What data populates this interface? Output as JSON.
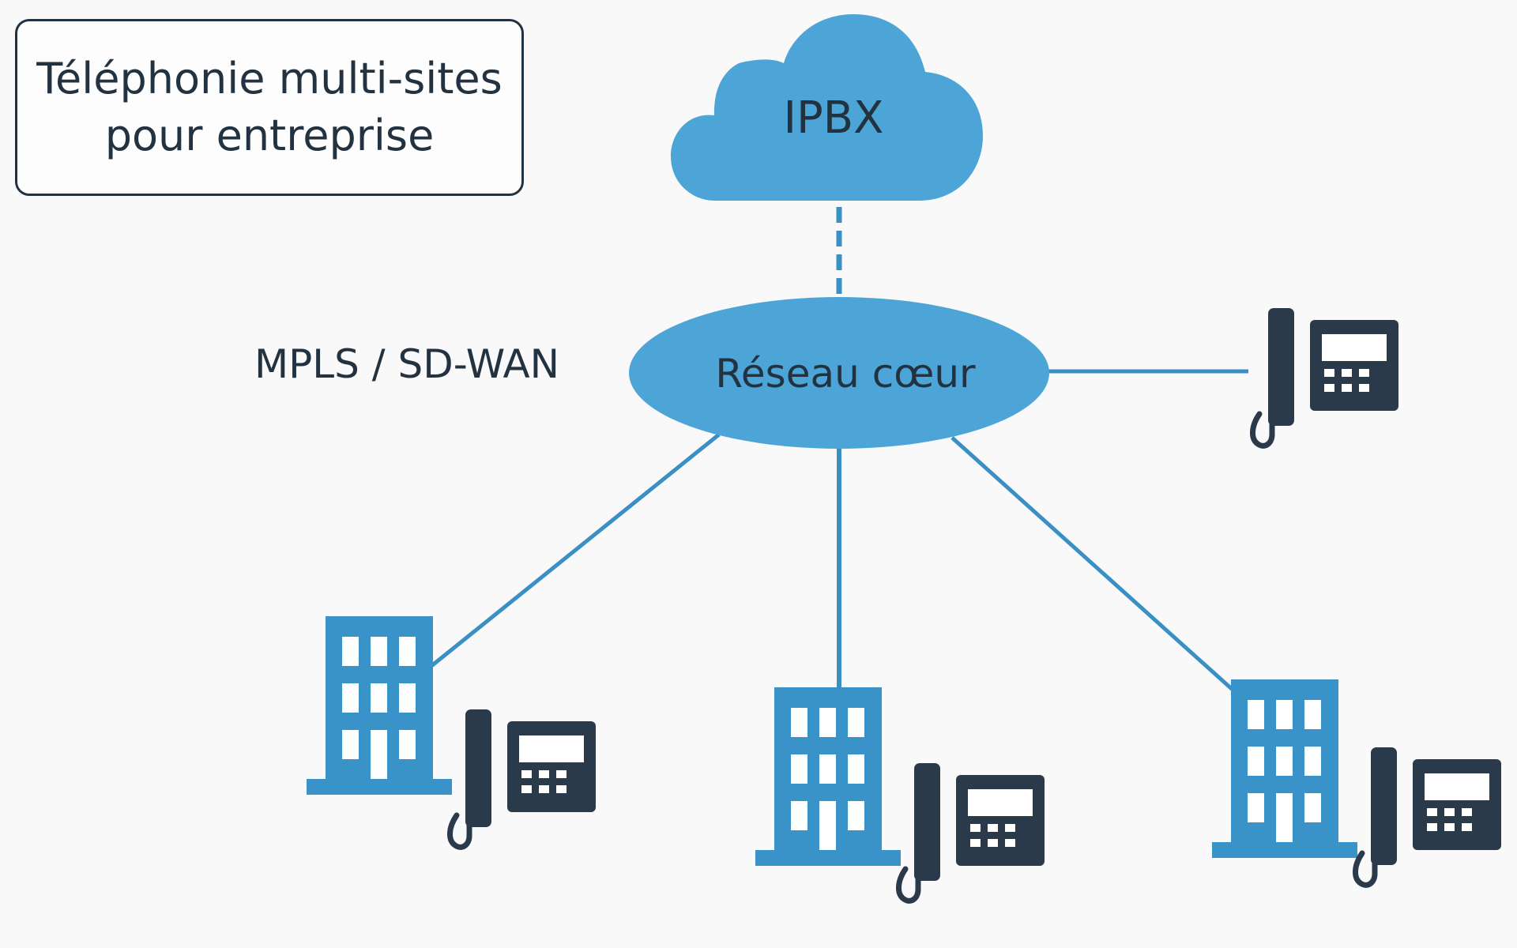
{
  "title": {
    "line1": "Téléphonie multi-sites",
    "line2": "pour entreprise"
  },
  "nodes": {
    "cloud_label": "IPBX",
    "core_label": "Réseau cœur",
    "network_label": "MPLS / SD-WAN"
  },
  "colors": {
    "accent": "#4ca5d6",
    "building": "#3992c8",
    "link": "#3a8fc4",
    "phone": "#2a3a4a",
    "text": "#233240",
    "background": "#f9f9fa"
  },
  "icons": {
    "cloud": "cloud-icon",
    "building": "office-building-icon",
    "phone": "desk-phone-icon"
  }
}
